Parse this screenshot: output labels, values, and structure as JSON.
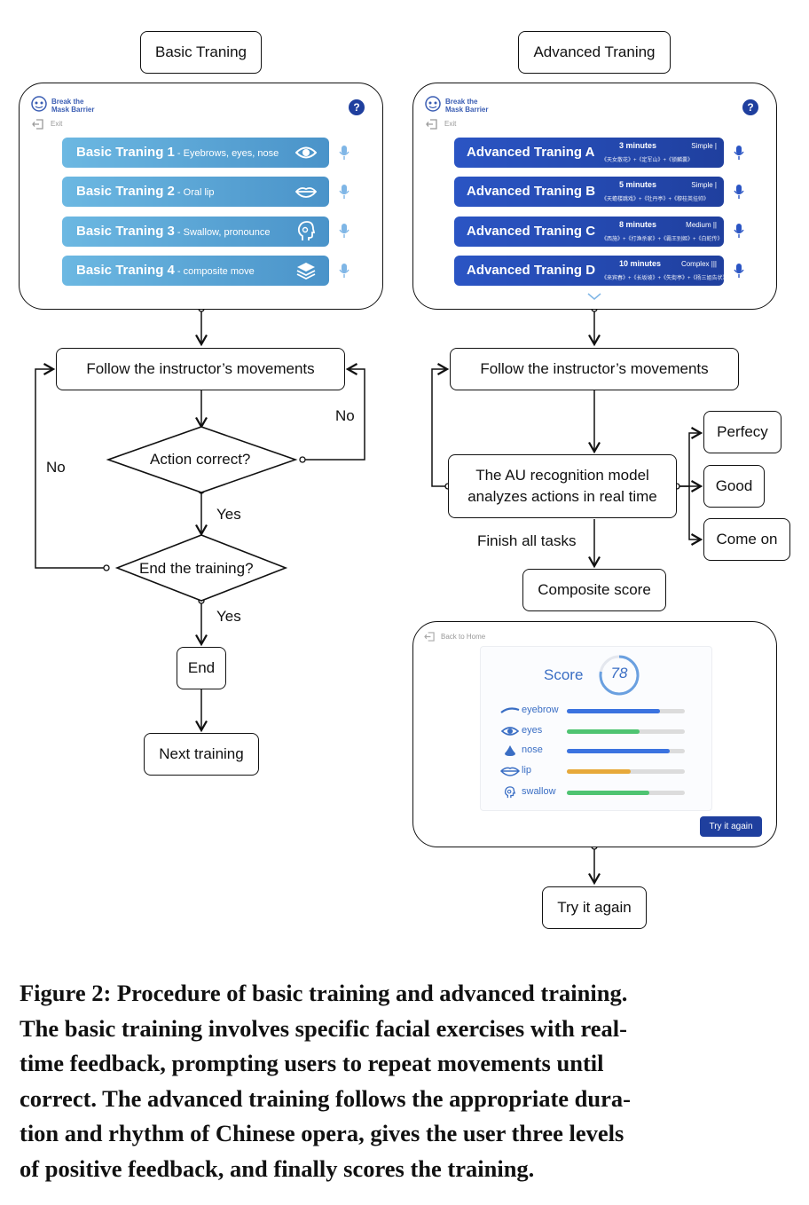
{
  "basic": {
    "title": "Basic Traning",
    "app_name_line1": "Break the",
    "app_name_line2": "Mask Barrier",
    "exit": "Exit",
    "help": "?",
    "buttons": [
      {
        "main": "Basic Traning 1",
        "sub": "Eyebrows, eyes, nose",
        "icon": "eye-icon"
      },
      {
        "main": "Basic Traning 2",
        "sub": "Oral lip",
        "icon": "lips-icon"
      },
      {
        "main": "Basic Traning 3",
        "sub": "Swallow, pronounce",
        "icon": "head-icon"
      },
      {
        "main": "Basic Traning 4",
        "sub": "composite move",
        "icon": "layers-icon"
      }
    ],
    "follow": "Follow the instructor’s movements",
    "decision1": "Action correct?",
    "decision2": "End the training?",
    "no_right": "No",
    "no_left": "No",
    "yes1": "Yes",
    "yes2": "Yes",
    "end": "End",
    "next": "Next training"
  },
  "advanced": {
    "title": "Advanced Traning",
    "app_name_line1": "Break the",
    "app_name_line2": "Mask Barrier",
    "exit": "Exit",
    "help": "?",
    "buttons": [
      {
        "main": "Advanced Traning A",
        "duration": "3 minutes",
        "level": "Simple",
        "level_marks": "|",
        "sub": "《天女散花》+《定军山》+《锁麟囊》"
      },
      {
        "main": "Advanced Traning B",
        "duration": "5 minutes",
        "level": "Simple",
        "level_marks": "|",
        "sub": "《天蟾楼跳戏》+《牡丹亭》+《穆桂英挂帅》"
      },
      {
        "main": "Advanced Traning C",
        "duration": "8 minutes",
        "level": "Medium",
        "level_marks": "||",
        "sub": "《西施》+《打渔杀家》+《霸王别姬》+《白蛇传》"
      },
      {
        "main": "Advanced Traning D",
        "duration": "10 minutes",
        "level": "Complex",
        "level_marks": "|||",
        "sub": "《来宾春》+《长坂坡》+《失街亭》+《杨三姐告状》"
      }
    ],
    "follow": "Follow the instructor’s movements",
    "au_line1": "The AU recognition model",
    "au_line2": "analyzes actions in real time",
    "feedback": [
      "Perfecy",
      "Good",
      "Come on"
    ],
    "finish": "Finish all tasks",
    "composite": "Composite score",
    "score_screen": {
      "back": "Back to Home",
      "score_label": "Score",
      "score_value": "78",
      "score_fraction": 0.78,
      "bars": [
        {
          "name": "eyebrow",
          "fraction": 0.79,
          "color": "#3b73e0",
          "icon": "eyebrow-icon"
        },
        {
          "name": "eyes",
          "fraction": 0.62,
          "color": "#4fc472",
          "icon": "eye-icon"
        },
        {
          "name": "nose",
          "fraction": 0.87,
          "color": "#3b73e0",
          "icon": "nose-icon"
        },
        {
          "name": "lip",
          "fraction": 0.54,
          "color": "#e7a93a",
          "icon": "lips-icon"
        },
        {
          "name": "swallow",
          "fraction": 0.7,
          "color": "#4fc472",
          "icon": "head-icon"
        }
      ],
      "try_button": "Try it again"
    },
    "try_again": "Try it again"
  },
  "caption": [
    "Figure 2: Procedure of basic training and advanced training.",
    "The basic training involves specific facial exercises with real-",
    "time feedback, prompting users to repeat movements until",
    "correct. The advanced training follows the appropriate dura-",
    "tion and rhythm of Chinese opera, gives the user three levels",
    "of positive feedback, and finally scores the training."
  ]
}
